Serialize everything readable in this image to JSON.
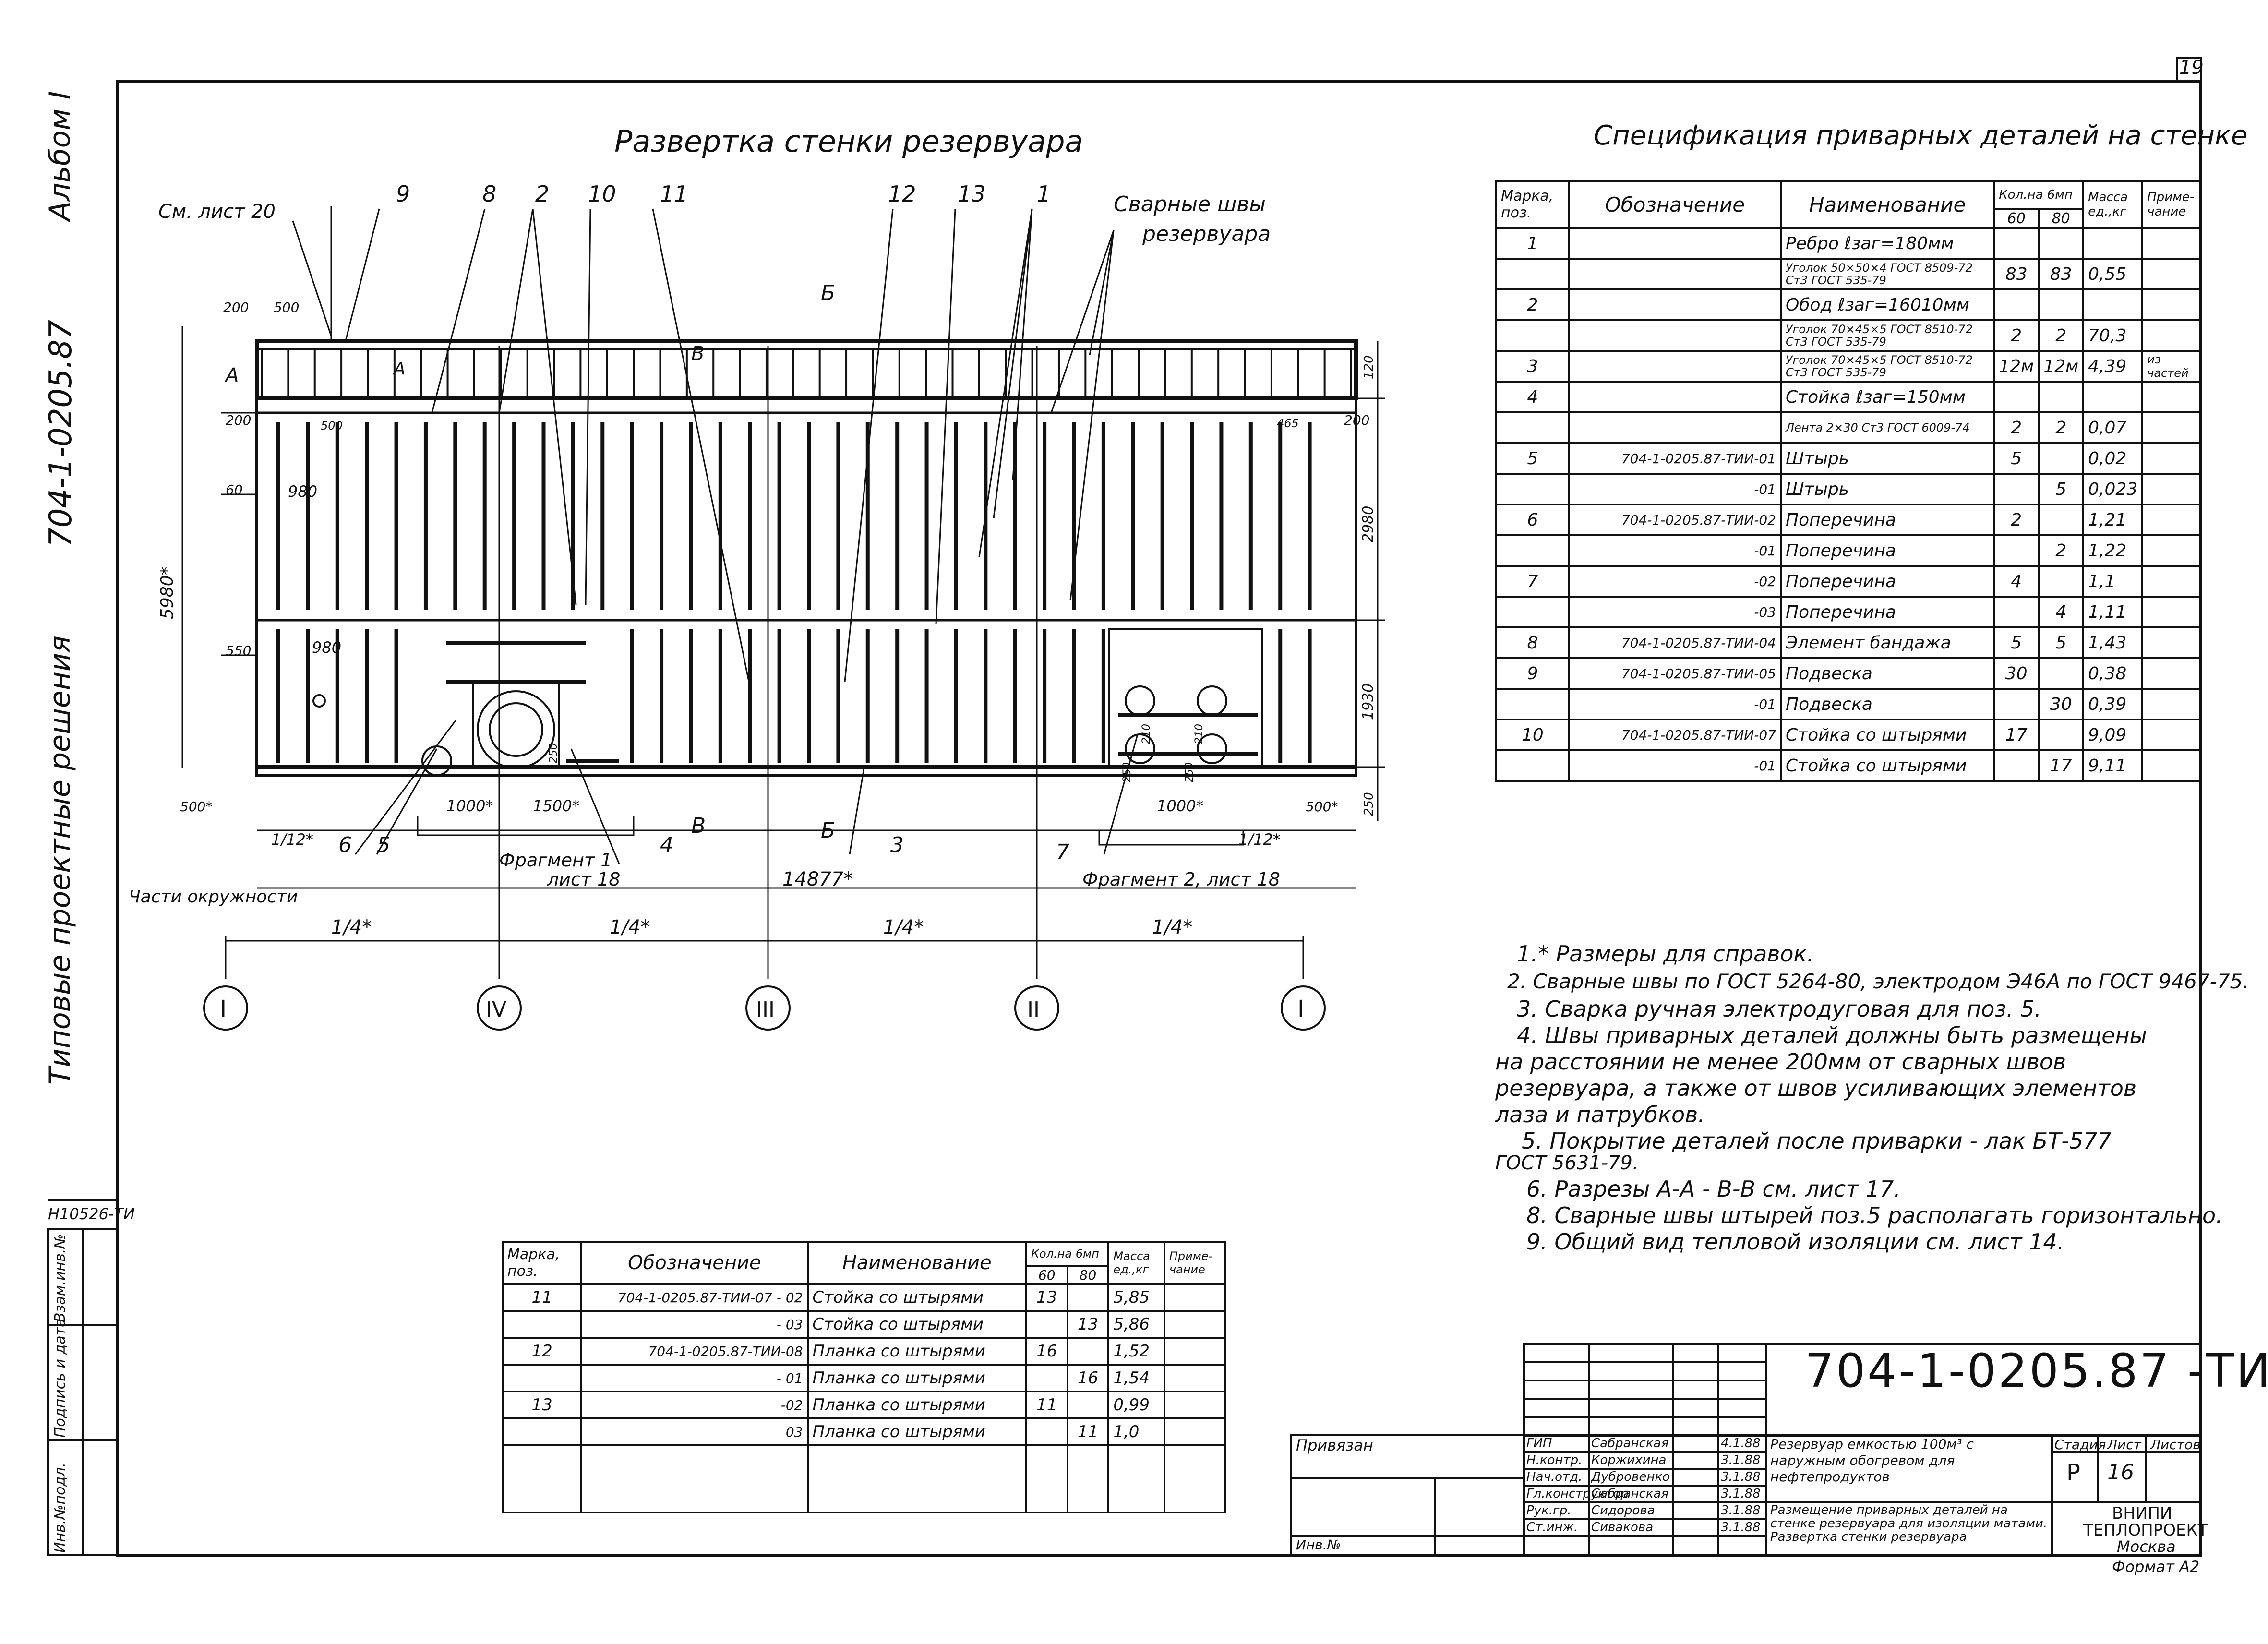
{
  "sheet_number": "19",
  "side_margin": {
    "album": "Альбом I",
    "code": "704-1-0205.87",
    "series": "Типовые проектные решения",
    "inventory": "Н10526-ТИ",
    "stamp_cols": [
      "Инв.№подл.",
      "Подпись и дата",
      "Взам.инв.№"
    ]
  },
  "drawing": {
    "title": "Развертка стенки резервуара",
    "see_sheet": "См. лист 20",
    "welds_label_1": "Сварные швы",
    "welds_label_2": "резервуара",
    "leaders": [
      "9",
      "8",
      "2",
      "10",
      "11",
      "12",
      "13",
      "1"
    ],
    "section_a": "A",
    "section_b": "Б",
    "section_v": "В",
    "dims_top": [
      "200",
      "500"
    ],
    "dims_left": [
      "200",
      "500",
      "60",
      "980",
      "550",
      "980",
      "500*"
    ],
    "dim_total_height": "5980*",
    "dims_right": [
      "120",
      "200",
      "465",
      "2980",
      "1930",
      "250",
      "500*"
    ],
    "dims_bottom": [
      "1000*",
      "1500*",
      "1000*",
      "1/12*",
      "1/12*",
      "14877*"
    ],
    "small_dims": [
      "250",
      "250",
      "210",
      "210",
      "250"
    ],
    "bottom_leaders": [
      "6",
      "5",
      "4",
      "3",
      "7"
    ],
    "fragment_1": "Фрагмент 1",
    "fragment_1_sheet": "лист 18",
    "fragment_2": "Фрагмент 2, лист 18",
    "parts_label": "Части окружности",
    "quarters": [
      "1/4*",
      "1/4*",
      "1/4*",
      "1/4*"
    ],
    "axes": [
      "I",
      "IV",
      "III",
      "II",
      "I"
    ]
  },
  "spec_title": "Спецификация приварных деталей на стенке",
  "spec_headers": {
    "mark": "Марка, поз.",
    "designation": "Обозначение",
    "name": "Наименование",
    "qty": "Кол.на 6мп",
    "q60": "60",
    "q80": "80",
    "mass": "Масса ед.,кг",
    "note": "Приме-чание"
  },
  "spec_rows": [
    {
      "mark": "1",
      "des": "",
      "name": "Ребро ℓзаг=180мм",
      "q60": "",
      "q80": "",
      "mass": "",
      "note": ""
    },
    {
      "mark": "",
      "des": "",
      "name": "Уголок 50×50×4 ГОСТ 8509-72 Ст3 ГОСТ 535-79",
      "q60": "83",
      "q80": "83",
      "mass": "0,55",
      "note": ""
    },
    {
      "mark": "2",
      "des": "",
      "name": "Обод ℓзаг=16010мм",
      "q60": "",
      "q80": "",
      "mass": "",
      "note": ""
    },
    {
      "mark": "",
      "des": "",
      "name": "Уголок 70×45×5 ГОСТ 8510-72 Ст3 ГОСТ 535-79",
      "q60": "2",
      "q80": "2",
      "mass": "70,3",
      "note": ""
    },
    {
      "mark": "3",
      "des": "",
      "name": "Уголок 70×45×5 ГОСТ 8510-72 Ст3 ГОСТ 535-79",
      "q60": "12м",
      "q80": "12м",
      "mass": "4,39",
      "note": "из частей"
    },
    {
      "mark": "4",
      "des": "",
      "name": "Стойка ℓзаг=150мм",
      "q60": "",
      "q80": "",
      "mass": "",
      "note": ""
    },
    {
      "mark": "",
      "des": "",
      "name": "Лента 2×30 Ст3 ГОСТ 6009-74",
      "q60": "2",
      "q80": "2",
      "mass": "0,07",
      "note": ""
    },
    {
      "mark": "5",
      "des": "704-1-0205.87-ТИИ-01",
      "name": "Штырь",
      "q60": "5",
      "q80": "",
      "mass": "0,02",
      "note": ""
    },
    {
      "mark": "",
      "des": "-01",
      "name": "Штырь",
      "q60": "",
      "q80": "5",
      "mass": "0,023",
      "note": ""
    },
    {
      "mark": "6",
      "des": "704-1-0205.87-ТИИ-02",
      "name": "Поперечина",
      "q60": "2",
      "q80": "",
      "mass": "1,21",
      "note": ""
    },
    {
      "mark": "",
      "des": "-01",
      "name": "Поперечина",
      "q60": "",
      "q80": "2",
      "mass": "1,22",
      "note": ""
    },
    {
      "mark": "7",
      "des": "-02",
      "name": "Поперечина",
      "q60": "4",
      "q80": "",
      "mass": "1,1",
      "note": ""
    },
    {
      "mark": "",
      "des": "-03",
      "name": "Поперечина",
      "q60": "",
      "q80": "4",
      "mass": "1,11",
      "note": ""
    },
    {
      "mark": "8",
      "des": "704-1-0205.87-ТИИ-04",
      "name": "Элемент бандажа",
      "q60": "5",
      "q80": "5",
      "mass": "1,43",
      "note": ""
    },
    {
      "mark": "9",
      "des": "704-1-0205.87-ТИИ-05",
      "name": "Подвеска",
      "q60": "30",
      "q80": "",
      "mass": "0,38",
      "note": ""
    },
    {
      "mark": "",
      "des": "-01",
      "name": "Подвеска",
      "q60": "",
      "q80": "30",
      "mass": "0,39",
      "note": ""
    },
    {
      "mark": "10",
      "des": "704-1-0205.87-ТИИ-07",
      "name": "Стойка со штырями",
      "q60": "17",
      "q80": "",
      "mass": "9,09",
      "note": ""
    },
    {
      "mark": "",
      "des": "-01",
      "name": "Стойка со штырями",
      "q60": "",
      "q80": "17",
      "mass": "9,11",
      "note": ""
    }
  ],
  "spec2_rows": [
    {
      "mark": "11",
      "des": "704-1-0205.87-ТИИ-07 - 02",
      "name": "Стойка со штырями",
      "q60": "13",
      "q80": "",
      "mass": "5,85",
      "note": ""
    },
    {
      "mark": "",
      "des": "- 03",
      "name": "Стойка со штырями",
      "q60": "",
      "q80": "13",
      "mass": "5,86",
      "note": ""
    },
    {
      "mark": "12",
      "des": "704-1-0205.87-ТИИ-08",
      "name": "Планка со штырями",
      "q60": "16",
      "q80": "",
      "mass": "1,52",
      "note": ""
    },
    {
      "mark": "",
      "des": "- 01",
      "name": "Планка со штырями",
      "q60": "",
      "q80": "16",
      "mass": "1,54",
      "note": ""
    },
    {
      "mark": "13",
      "des": "-02",
      "name": "Планка со штырями",
      "q60": "11",
      "q80": "",
      "mass": "0,99",
      "note": ""
    },
    {
      "mark": "",
      "des": "03",
      "name": "Планка со штырями",
      "q60": "",
      "q80": "11",
      "mass": "1,0",
      "note": ""
    }
  ],
  "notes": [
    "1.* Размеры для справок.",
    "2. Сварные швы по ГОСТ 5264-80, электродом Э46А по ГОСТ 9467-75.",
    "3. Сварка ручная электродуговая для поз. 5.",
    "4. Швы приварных деталей должны быть размещены",
    "на расстоянии не менее 200мм от сварных швов",
    "резервуара, а также от швов усиливающих элементов",
    "лаза и патрубков.",
    "5. Покрытие деталей после приварки - лак БТ-577",
    "ГОСТ 5631-79.",
    "6. Разрезы А-А - В-В см. лист 17.",
    "8. Сварные швы штырей поз.5 располагать горизонтально.",
    "9. Общий вид тепловой изоляции см. лист 14."
  ],
  "title_block": {
    "code": "704-1-0205.87 -ТИ",
    "privyazan": "Привязан",
    "inv": "Инв.№",
    "roles": [
      "ГИП",
      "Н.контр.",
      "Нач.отд.",
      "Гл.конструктор",
      "Рук.гр.",
      "Ст.инж."
    ],
    "people": [
      "Сабранская",
      "Коржихина",
      "Дубровенко",
      "Сабранская",
      "Сидорова",
      "Сивакова"
    ],
    "dates": [
      "4.1.88",
      "3.1.88",
      "3.1.88",
      "3.1.88",
      "3.1.88",
      "3.1.88"
    ],
    "object_desc": "Резервуар емкостью 100м³ с наружным обогревом для нефтепродуктов",
    "sheet_desc": "Размещение приварных деталей на стенке резервуара для изоляции матами. Развертка стенки резервуара",
    "stage_label": "Стадия",
    "sheet_label": "Лист",
    "sheets_label": "Листов",
    "stage": "Р",
    "sheet": "16",
    "org1": "ВНИПИ",
    "org2": "ТЕПЛОПРОЕКТ",
    "org3": "Москва",
    "format": "Формат А2"
  }
}
